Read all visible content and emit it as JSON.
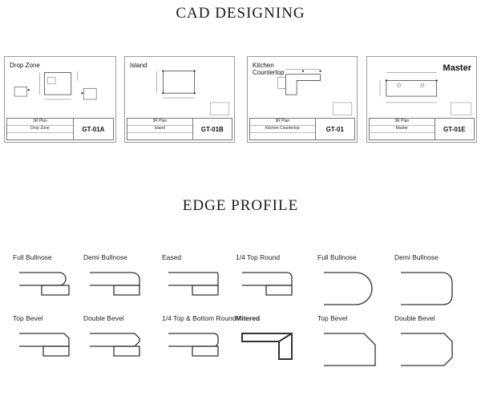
{
  "cad": {
    "title": "CAD DESIGNING",
    "sheets": [
      {
        "label": "Drop Zone",
        "big": false,
        "plan_line1": "3R Plan",
        "plan_line2": "Drop Zone",
        "code": "GT-01A"
      },
      {
        "label": "Island",
        "big": false,
        "plan_line1": "3R Plan",
        "plan_line2": "Island",
        "code": "GT-01B"
      },
      {
        "label": "Kitchen Countertop",
        "big": false,
        "plan_line1": "3R Plan",
        "plan_line2": "Kitchen Countertop",
        "code": "GT-01"
      },
      {
        "label": "Master",
        "big": true,
        "plan_line1": "3R Plan",
        "plan_line2": "Master",
        "code": "GT-01E"
      }
    ]
  },
  "edge": {
    "title": "EDGE PROFILE",
    "profiles": [
      {
        "label": "Full Bullnose",
        "shape": "full-bullnose",
        "row": 0,
        "col": 0,
        "bold": false
      },
      {
        "label": "Demi Bullnose",
        "shape": "demi-bullnose",
        "row": 0,
        "col": 1,
        "bold": false
      },
      {
        "label": "Eased",
        "shape": "eased",
        "row": 0,
        "col": 2,
        "bold": false
      },
      {
        "label": "1/4 Top Round",
        "shape": "quarter-top-round",
        "row": 0,
        "col": 3,
        "bold": false
      },
      {
        "label": "Full Bullnose",
        "shape": "full-bullnose-large",
        "row": 0,
        "col": 4,
        "bold": false
      },
      {
        "label": "Demi Bullnose",
        "shape": "demi-bullnose-large",
        "row": 0,
        "col": 5,
        "bold": false
      },
      {
        "label": "Top Bevel",
        "shape": "top-bevel",
        "row": 1,
        "col": 0,
        "bold": false
      },
      {
        "label": "Double Bevel",
        "shape": "double-bevel",
        "row": 1,
        "col": 1,
        "bold": false
      },
      {
        "label": "1/4 Top & Bottom Round",
        "shape": "quarter-top-bottom-round",
        "row": 1,
        "col": 2,
        "bold": false
      },
      {
        "label": "Mitered",
        "shape": "mitered",
        "row": 1,
        "col": 3,
        "bold": true
      },
      {
        "label": "Top Bevel",
        "shape": "top-bevel-large",
        "row": 1,
        "col": 4,
        "bold": false
      },
      {
        "label": "Double Bevel",
        "shape": "double-bevel-large",
        "row": 1,
        "col": 5,
        "bold": false
      }
    ]
  }
}
